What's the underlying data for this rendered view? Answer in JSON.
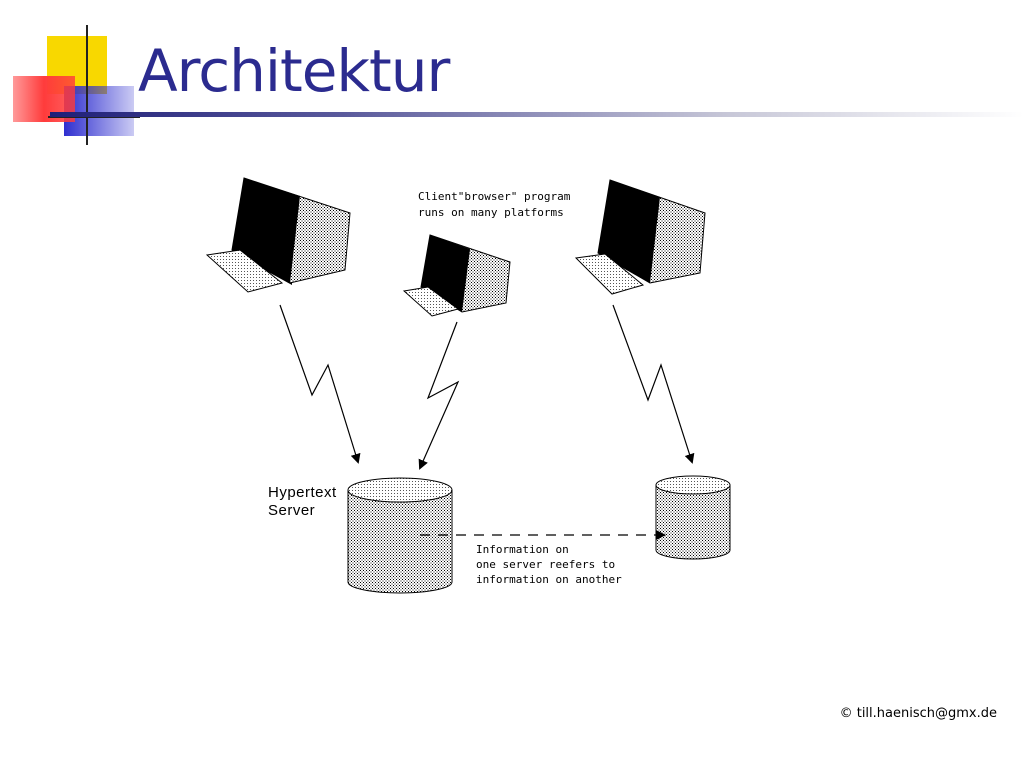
{
  "slide": {
    "title": "Architektur",
    "copyright": "© till.haenisch@gmx.de"
  },
  "diagram": {
    "client_label_line1": "Client\"browser\" program",
    "client_label_line2": "runs on many platforms",
    "server_label_line1": "Hypertext",
    "server_label_line2": "Server",
    "link_label_line1": "Information on",
    "link_label_line2": "one server reefers to",
    "link_label_line3": "information on another"
  },
  "colors": {
    "title": "#2b2b8f",
    "logo_yellow": "#f8d800",
    "logo_red": "#ff3b3b",
    "logo_blue": "#2f2fd0"
  }
}
